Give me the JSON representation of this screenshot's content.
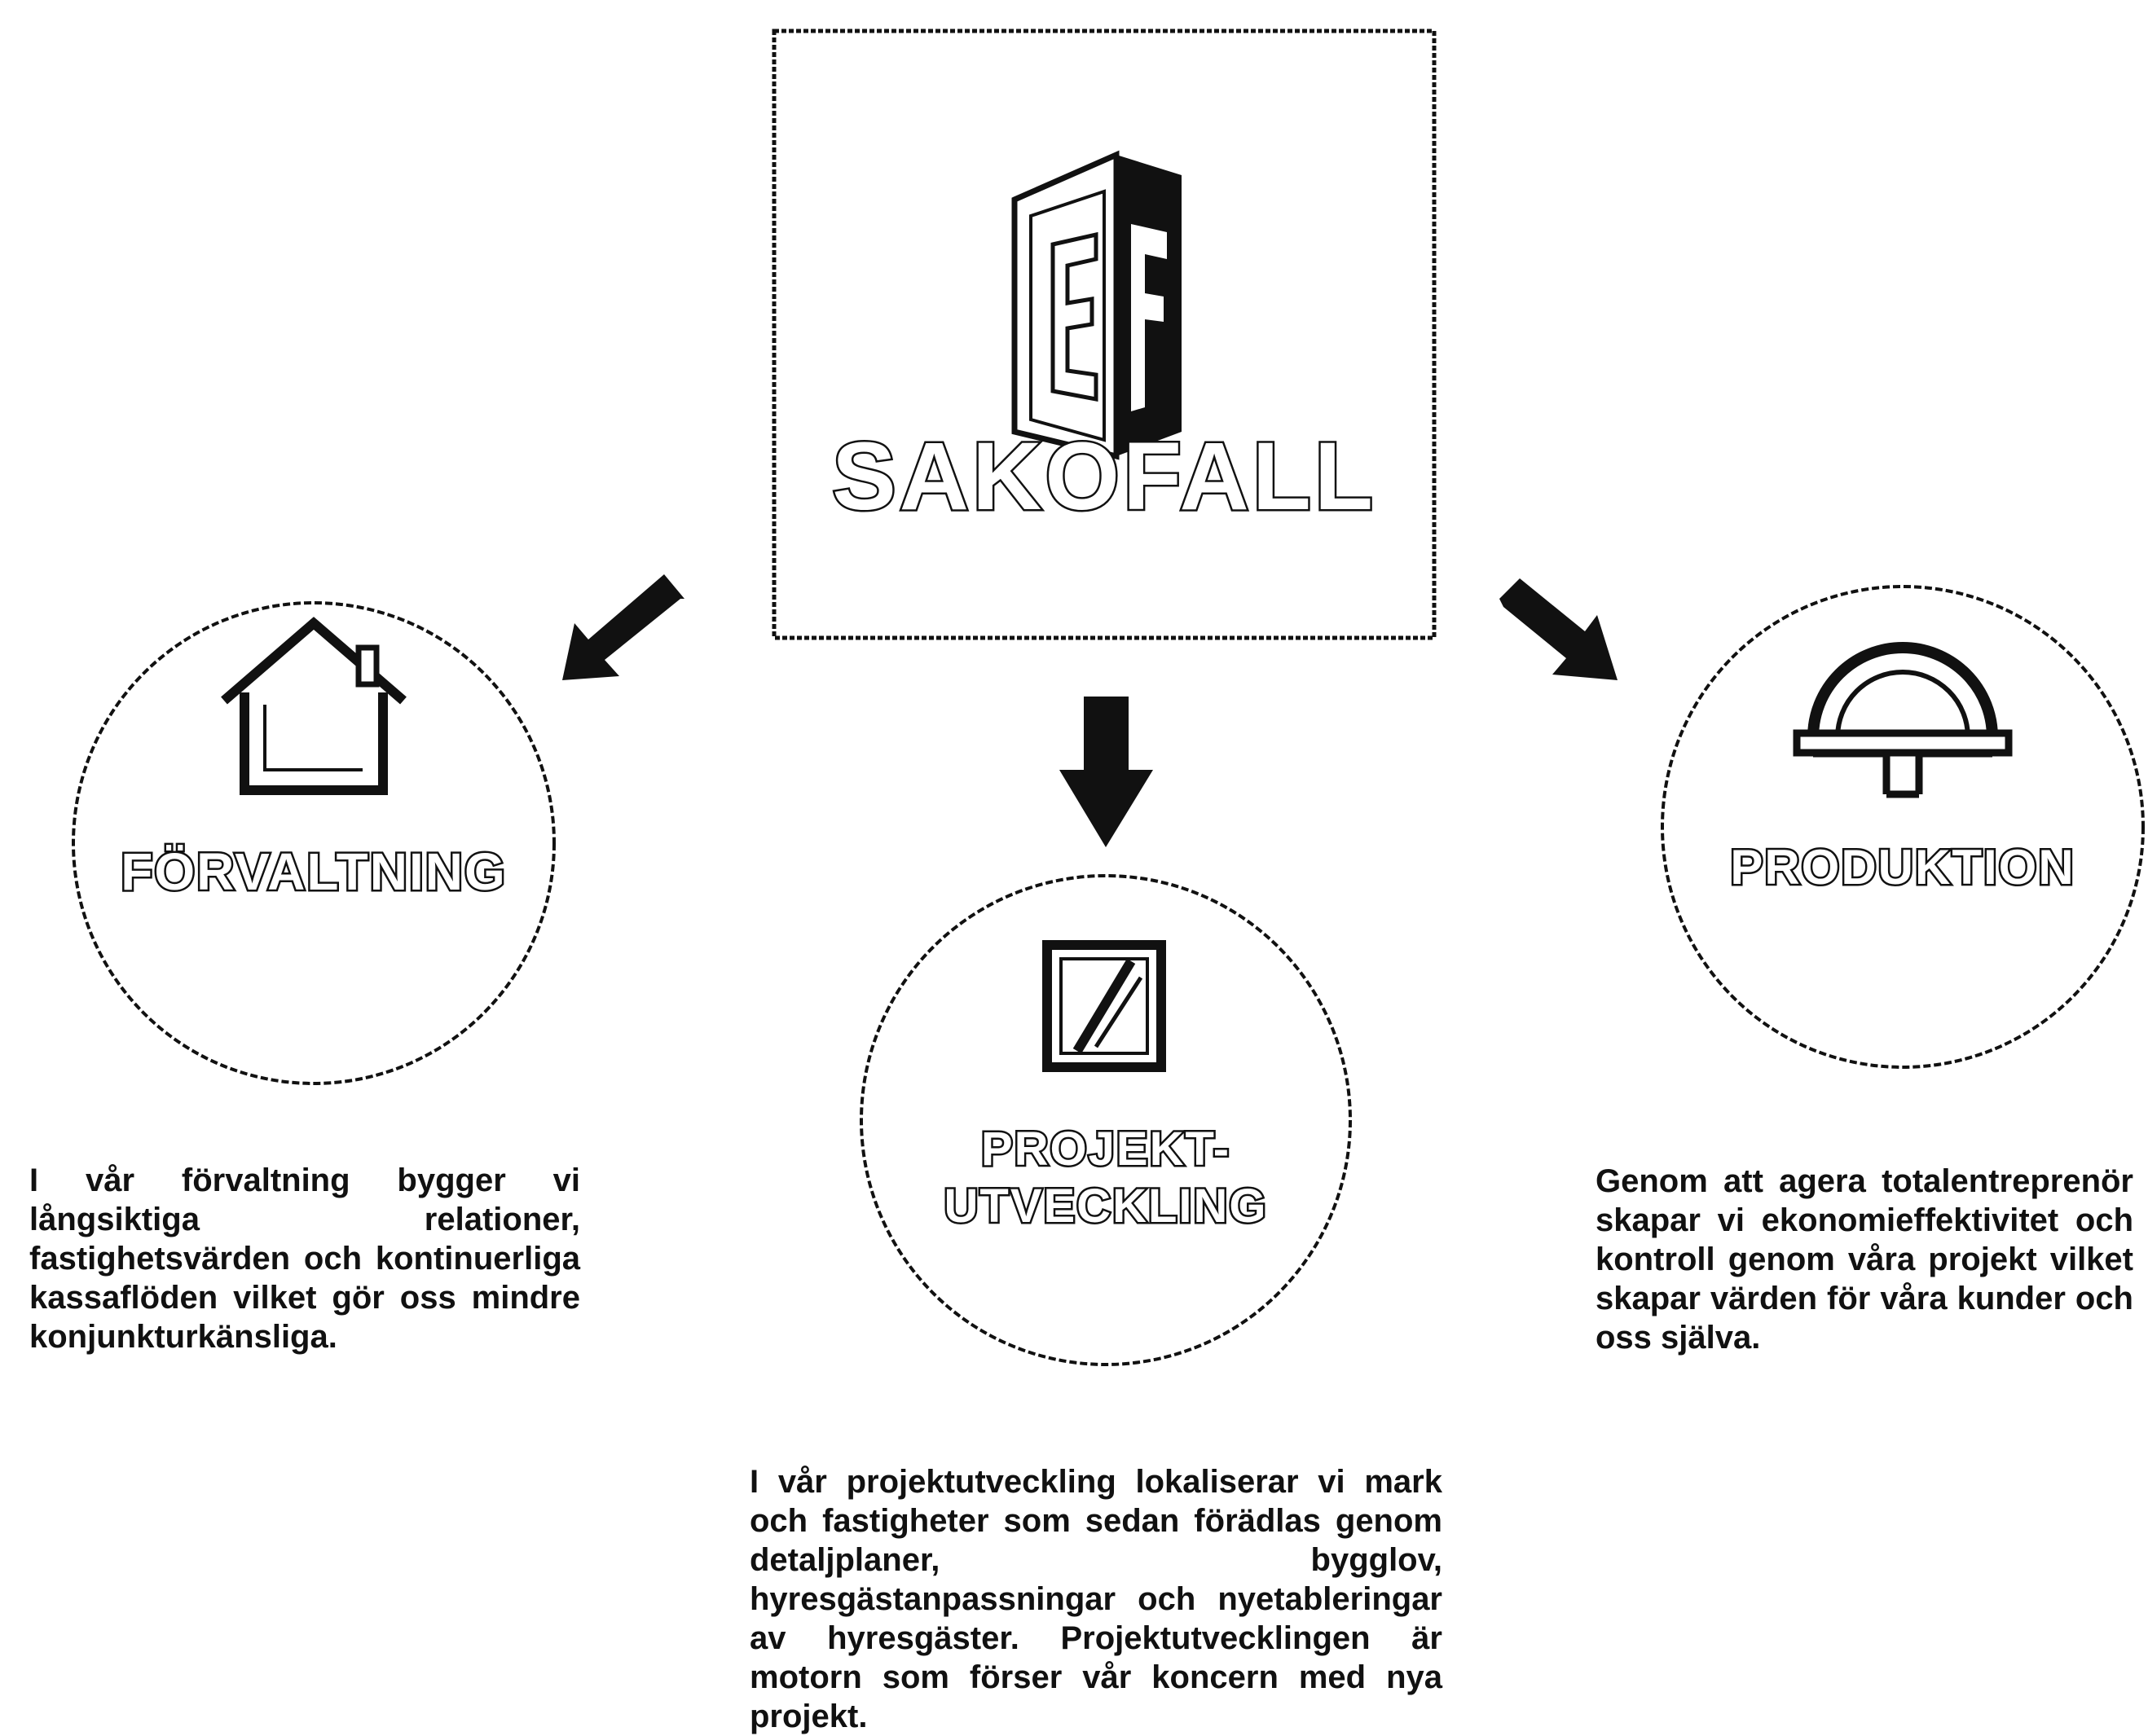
{
  "logo": {
    "brand": "SAKOFALL",
    "mark_letters": "EF"
  },
  "nodes": [
    {
      "id": "forvaltning",
      "label": "FÖRVALTNING",
      "description": "I vår förvaltning bygger vi långsiktiga relationer, fastighetsvärden och kontinuerliga kassaflöden vilket gör oss mindre konjunkturkänsliga.",
      "icon": "house-icon"
    },
    {
      "id": "projektutveckling",
      "label_lines": [
        "PROJEKT-",
        "UTVECKLING"
      ],
      "description": "I vår projektutveckling lokaliserar vi mark och fastigheter som sedan förädlas genom detaljplaner, bygglov, hyresgästanpassningar och nyetableringar av hyresgäster. Projektutvecklingen är motorn som förser vår koncern med nya projekt.",
      "icon": "document-pen-icon"
    },
    {
      "id": "produktion",
      "label": "PRODUKTION",
      "description": "Genom att agera totalentreprenör skapar vi ekonomieffektivitet och kontroll genom våra projekt vilket skapar värden för våra kunder och oss själva.",
      "icon": "hard-hat-icon"
    }
  ],
  "colors": {
    "ink": "#111111",
    "background": "#ffffff"
  }
}
